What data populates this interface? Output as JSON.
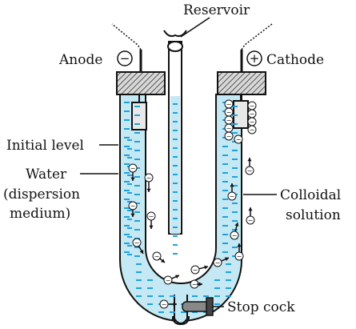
{
  "labels": {
    "reservoir": "Reservoir",
    "anode": "Anode",
    "cathode": "Cathode",
    "initial_level": "Initial level",
    "water_line1": "Water",
    "water_line2": "(dispersion",
    "water_line3": "medium)",
    "colloidal_line1": "Colloidal",
    "colloidal_line2": "solution",
    "stop_cock": "Stop cock"
  },
  "symbols": {
    "anode_sign": "−",
    "cathode_sign": "+",
    "particle_sign": "−"
  },
  "colors": {
    "liquid": "#c5e9f4",
    "water_dash": "#1fa2dc",
    "outline": "#111111",
    "electrode_cap": "#444444"
  }
}
